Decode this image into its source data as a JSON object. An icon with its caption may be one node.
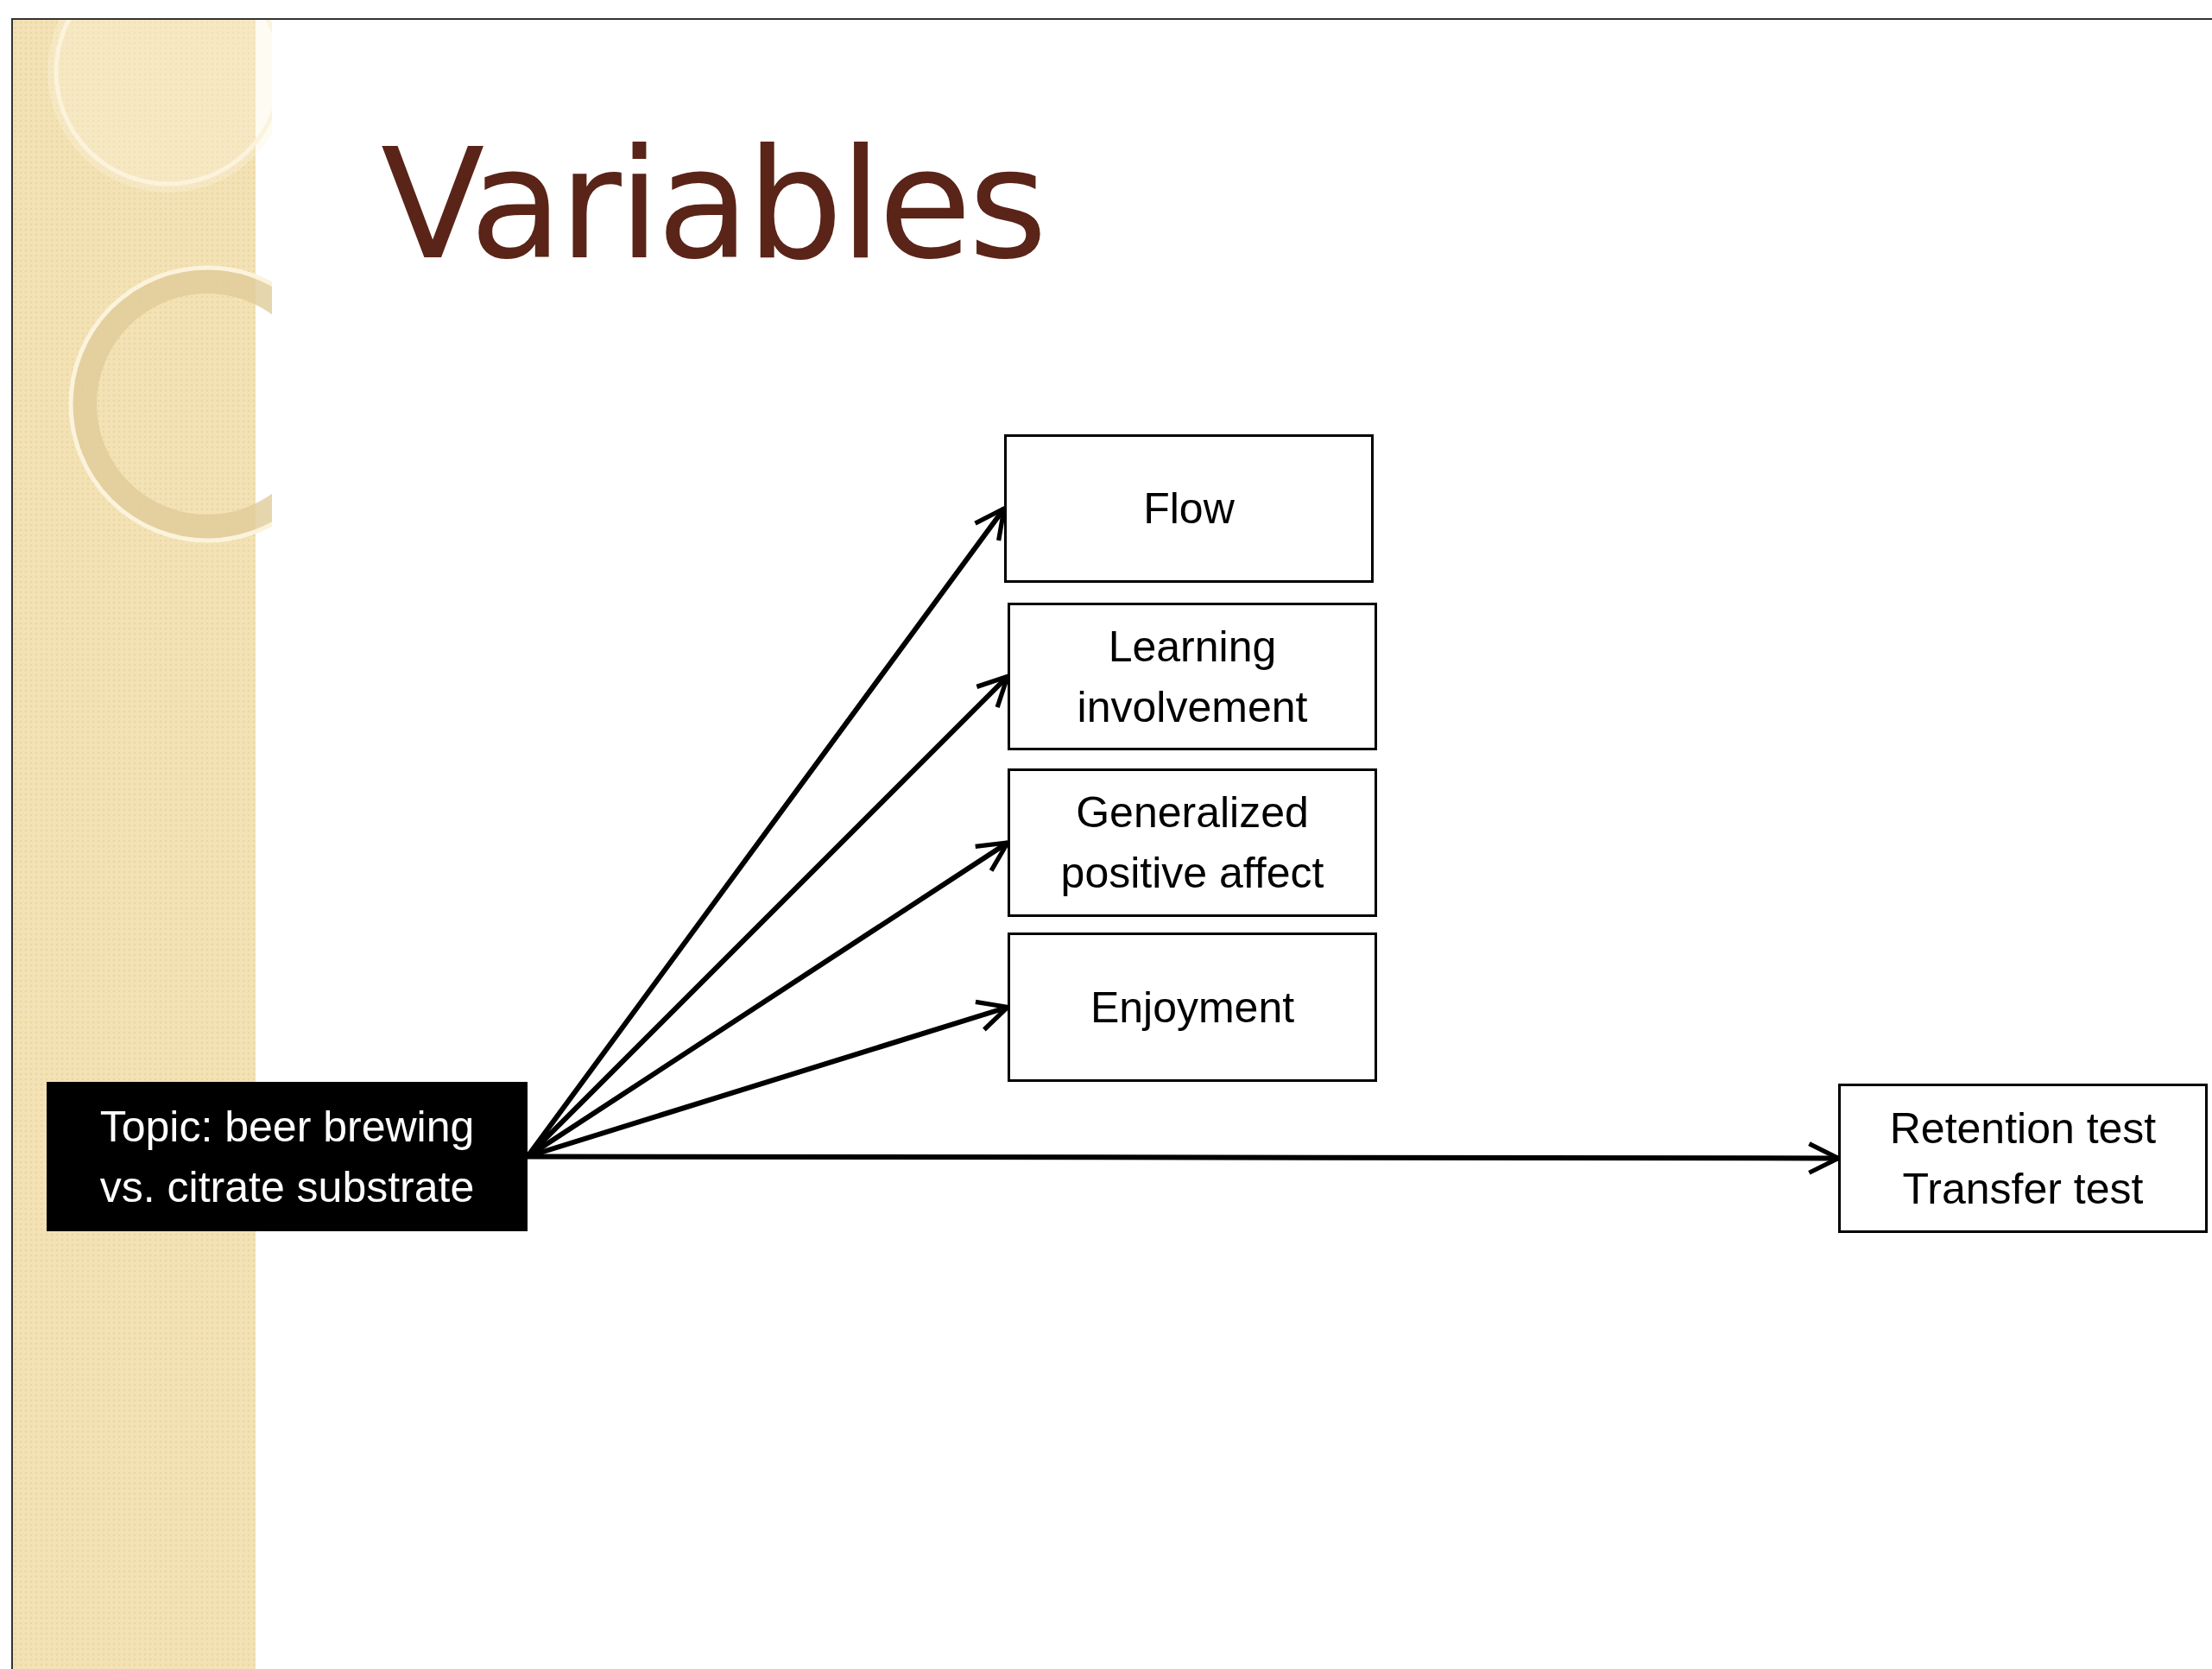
{
  "diagram": {
    "title": "Variables",
    "nodes": [
      {
        "text": [
          "Flow"
        ]
      },
      {
        "text": [
          "Learning involvement"
        ]
      },
      {
        "text": [
          "Generalized positive affect"
        ]
      },
      {
        "text": [
          "Enjoyment"
        ]
      },
      {
        "text": [
          "Topic: beer brewing vs. citrate substrate"
        ]
      },
      {
        "text": [
          "Retention test Transfer test"
        ]
      }
    ],
    "edges": [
      {
        "from": 4,
        "to": 0,
        "arrow": "to"
      },
      {
        "from": 4,
        "to": 1,
        "arrow": "to"
      },
      {
        "from": 4,
        "to": 2,
        "arrow": "to"
      },
      {
        "from": 4,
        "to": 3,
        "arrow": "to"
      },
      {
        "from": 4,
        "to": 5,
        "arrow": "to"
      }
    ]
  }
}
